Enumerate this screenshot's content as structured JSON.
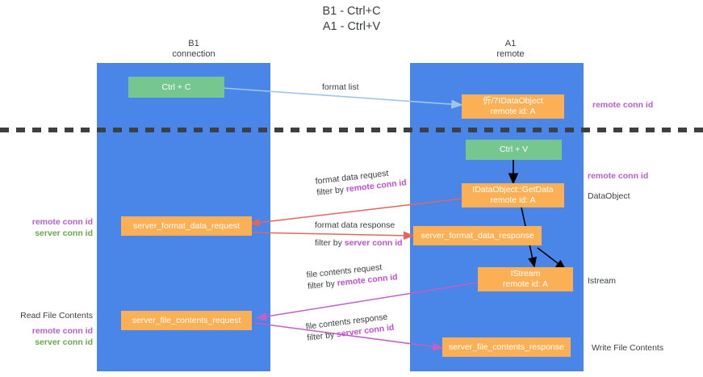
{
  "title": {
    "line1": "B1 - Ctrl+C",
    "line2": "A1 - Ctrl+V"
  },
  "columns": [
    {
      "id": "b1",
      "name": "B1",
      "role": "connection"
    },
    {
      "id": "a1",
      "name": "A1",
      "role": "remote"
    }
  ],
  "colors": {
    "lane": "#4a86e8",
    "green_node": "#76c68f",
    "orange_node": "#fbb055",
    "purple_text": "#b55fd0",
    "green_text": "#6aa84f",
    "divider": "#3c4043",
    "arrow_blue": "#9fc5e8",
    "arrow_black": "#000000",
    "arrow_red": "#e06666",
    "arrow_magenta": "#c060c8",
    "text": "#3c4043"
  },
  "nodes": [
    {
      "id": "ctrl-c",
      "line1": "Ctrl + C",
      "line2": ""
    },
    {
      "id": "idataobject",
      "line1": "伒/7IDataObject",
      "line2": "remote id: A"
    },
    {
      "id": "ctrl-v",
      "line1": "Ctrl + V",
      "line2": ""
    },
    {
      "id": "idataobject-getdata",
      "line1": "IDataObject::GetData",
      "line2": "remote id: A"
    },
    {
      "id": "server-format-data-request",
      "line1": "server_format_data_request",
      "line2": ""
    },
    {
      "id": "server-format-data-response",
      "line1": "server_format_data_response",
      "line2": ""
    },
    {
      "id": "istream",
      "line1": "IStream",
      "line2": "remote id: A"
    },
    {
      "id": "server-file-contents-request",
      "line1": "server_file_contents_request",
      "line2": ""
    },
    {
      "id": "server-file-contents-response",
      "line1": "server_file_contents_response",
      "line2": ""
    }
  ],
  "edge_labels": [
    {
      "id": "format-list",
      "line1": "format list",
      "line2": "",
      "line2_hl": "",
      "hl_color": ""
    },
    {
      "id": "format-data-request",
      "line1": "format data request",
      "line2": "filter by ",
      "line2_hl": "remote conn id",
      "hl_color": "purple"
    },
    {
      "id": "format-data-response",
      "line1": "format data response",
      "line2": "filter by ",
      "line2_hl": "server conn id",
      "hl_color": "purple"
    },
    {
      "id": "file-contents-request",
      "line1": "file contents request",
      "line2": "filter by ",
      "line2_hl": "remote conn id",
      "hl_color": "purple"
    },
    {
      "id": "file-contents-response",
      "line1": "file contents response",
      "line2": "filter by ",
      "line2_hl": "server conn id",
      "hl_color": "purple"
    }
  ],
  "right_notes": [
    {
      "id": "remote-conn-id-top",
      "text": "remote conn id",
      "style": "purple"
    },
    {
      "id": "remote-conn-id-mid",
      "text": "remote conn id",
      "style": "purple"
    },
    {
      "id": "dataobject",
      "text": "DataObject",
      "style": "plain"
    },
    {
      "id": "istream-note",
      "text": "Istream",
      "style": "plain"
    },
    {
      "id": "write-file-contents",
      "text": "Write File Contents",
      "style": "plain"
    }
  ],
  "left_notes": [
    {
      "id": "left-conn-ids",
      "heading": "",
      "purple": "remote conn id",
      "green": "server conn id"
    },
    {
      "id": "read-file-contents",
      "heading": "Read File Contents",
      "purple": "remote conn id",
      "green": "server conn id"
    }
  ]
}
